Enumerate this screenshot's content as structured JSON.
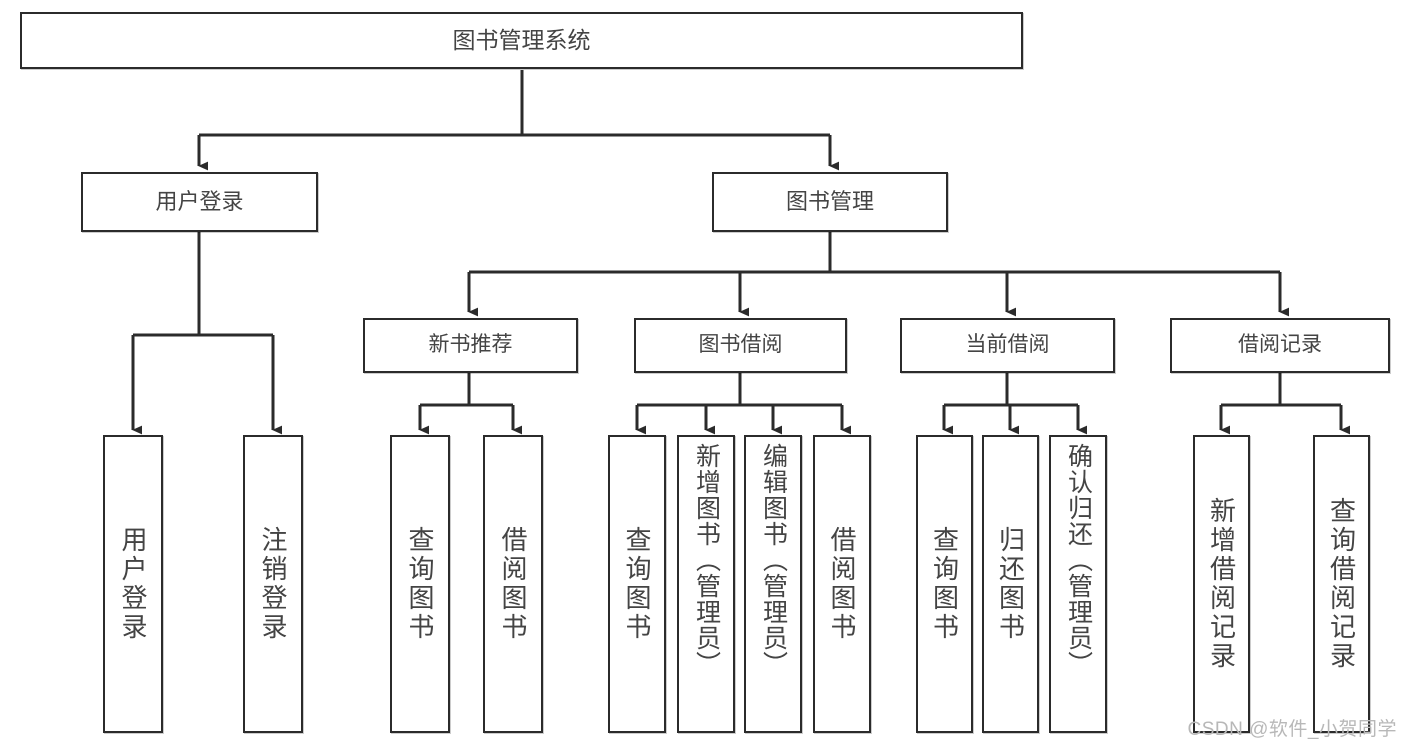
{
  "diagram": {
    "title": "图书管理系统",
    "type": "tree",
    "watermark": "CSDN @软件_小贺同学",
    "colors": {
      "box_border": "#2b2b2b",
      "box_fill": "#ffffff",
      "text": "#444444",
      "edge": "#2b2b2b",
      "watermark": "#b8b8b8",
      "background": "#ffffff"
    },
    "root": {
      "label": "图书管理系统"
    },
    "level1": [
      {
        "id": "user-login",
        "label": "用户登录"
      },
      {
        "id": "book-manage",
        "label": "图书管理"
      }
    ],
    "level2": [
      {
        "id": "new-book-recommend",
        "label": "新书推荐",
        "parent": "book-manage"
      },
      {
        "id": "book-borrow",
        "label": "图书借阅",
        "parent": "book-manage"
      },
      {
        "id": "current-borrow",
        "label": "当前借阅",
        "parent": "book-manage"
      },
      {
        "id": "borrow-record",
        "label": "借阅记录",
        "parent": "book-manage"
      }
    ],
    "leaves": [
      {
        "id": "leaf-user-login",
        "label": "用户登录",
        "parent": "user-login"
      },
      {
        "id": "leaf-logout",
        "label": "注销登录",
        "parent": "user-login"
      },
      {
        "id": "leaf-query-book-rec",
        "label": "查询图书",
        "parent": "new-book-recommend"
      },
      {
        "id": "leaf-borrow-book-rec",
        "label": "借阅图书",
        "parent": "new-book-recommend"
      },
      {
        "id": "leaf-query-book-borrow",
        "label": "查询图书",
        "parent": "book-borrow"
      },
      {
        "id": "leaf-add-book",
        "label": "新增图书（管理员）",
        "parent": "book-borrow"
      },
      {
        "id": "leaf-edit-book",
        "label": "编辑图书（管理员）",
        "parent": "book-borrow"
      },
      {
        "id": "leaf-borrow-book",
        "label": "借阅图书",
        "parent": "book-borrow"
      },
      {
        "id": "leaf-query-book-current",
        "label": "查询图书",
        "parent": "current-borrow"
      },
      {
        "id": "leaf-return-book",
        "label": "归还图书",
        "parent": "current-borrow"
      },
      {
        "id": "leaf-confirm-return",
        "label": "确认归还（管理员）",
        "parent": "current-borrow"
      },
      {
        "id": "leaf-add-record",
        "label": "新增借阅记录",
        "parent": "borrow-record"
      },
      {
        "id": "leaf-query-record",
        "label": "查询借阅记录",
        "parent": "borrow-record"
      }
    ]
  }
}
